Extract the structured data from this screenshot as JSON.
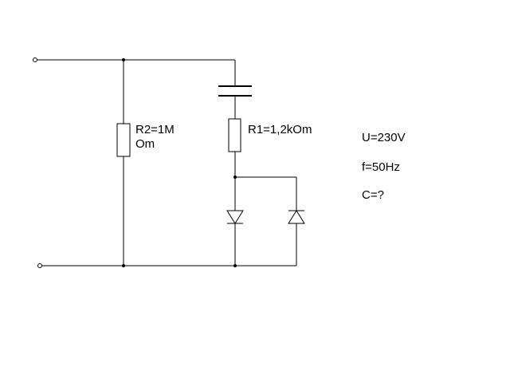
{
  "components": {
    "r2": {
      "label_line1": "R2=1M",
      "label_line2": "Om"
    },
    "r1": {
      "label": "R1=1,2kOm"
    }
  },
  "given": {
    "voltage": "U=230V",
    "frequency": "f=50Hz",
    "unknown": "C=?"
  },
  "colors": {
    "ink": "#000000",
    "background": "#ffffff"
  }
}
